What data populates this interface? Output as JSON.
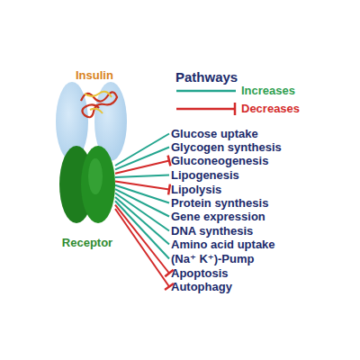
{
  "diagram": {
    "nodes": [
      {
        "text": [
          "Receptor"
        ]
      },
      {
        "text": [
          "Glucose uptake"
        ]
      },
      {
        "text": [
          "Glycogen synthesis"
        ]
      },
      {
        "text": [
          "Gluconeogenesis"
        ]
      },
      {
        "text": [
          "Lipogenesis"
        ]
      },
      {
        "text": [
          "Lipolysis"
        ]
      },
      {
        "text": [
          "Protein synthesis"
        ]
      },
      {
        "text": [
          "Gene expression"
        ]
      },
      {
        "text": [
          "DNA synthesis"
        ]
      },
      {
        "text": [
          "Amino acid uptake"
        ]
      },
      {
        "text": [
          "(Na⁺ K⁺)-Pump"
        ]
      },
      {
        "text": [
          "Apoptosis"
        ]
      },
      {
        "text": [
          "Autophagy"
        ]
      }
    ],
    "edges": [
      {
        "from": 0,
        "to": 1,
        "arrow": "none"
      },
      {
        "from": 0,
        "to": 2,
        "arrow": "none"
      },
      {
        "from": 0,
        "to": 3,
        "arrow": "to"
      },
      {
        "from": 0,
        "to": 4,
        "arrow": "none"
      },
      {
        "from": 0,
        "to": 5,
        "arrow": "to"
      },
      {
        "from": 0,
        "to": 6,
        "arrow": "none"
      },
      {
        "from": 0,
        "to": 7,
        "arrow": "none"
      },
      {
        "from": 0,
        "to": 8,
        "arrow": "none"
      },
      {
        "from": 0,
        "to": 9,
        "arrow": "none"
      },
      {
        "from": 0,
        "to": 10,
        "arrow": "none"
      },
      {
        "from": 0,
        "to": 11,
        "arrow": "to"
      },
      {
        "from": 0,
        "to": 12,
        "arrow": "to"
      }
    ],
    "labels": [
      "Insulin",
      "Pathways"
    ],
    "legend": [
      {
        "text": "Increases"
      },
      {
        "text": "Decreases"
      }
    ]
  }
}
